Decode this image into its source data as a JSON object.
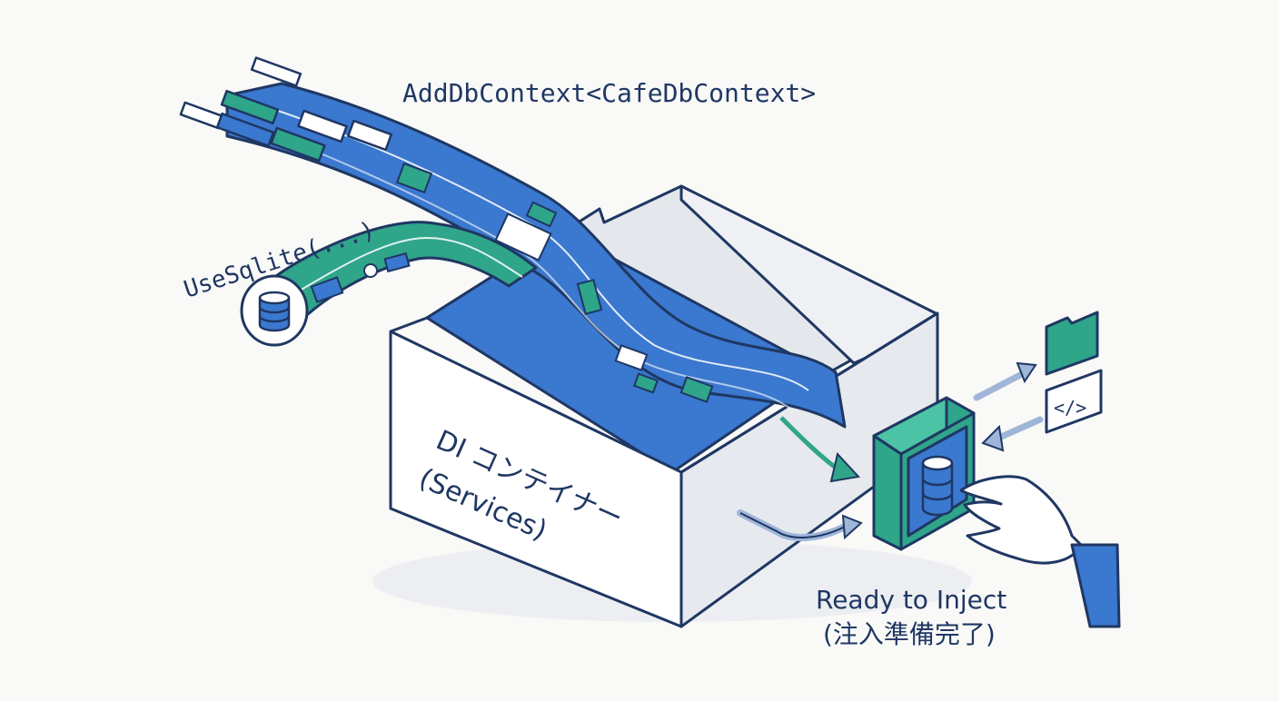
{
  "labels": {
    "add_db_context": "AddDbContext<CafeDbContext>",
    "use_sqlite": "UseSqlite(...)",
    "container_line1": "DI コンテイナー",
    "container_line2": "(Services)",
    "ready_line1": "Ready to Inject",
    "ready_line2": "(注入準備完了)",
    "code_icon_text": "</>"
  },
  "colors": {
    "outline": "#1f3763",
    "blue": "#3b78cf",
    "blue_dark": "#2f5fb6",
    "green": "#2fa58a",
    "green_light": "#4cc3a4",
    "box_front": "#ffffff",
    "box_side": "#e6e9ee",
    "box_inner": "#e4e7ec",
    "arrow_light": "#9fb6d9"
  },
  "icons": [
    "database-icon",
    "folder-icon",
    "code-icon",
    "hand-icon",
    "arrow-icon"
  ]
}
